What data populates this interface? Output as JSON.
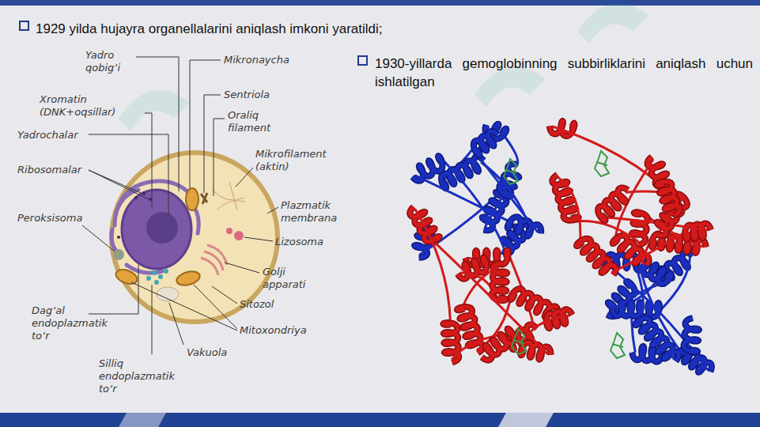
{
  "diagram": {
    "labels": [
      "1929 yilda hujayra organellalarini aniqlash imkoni yaratildi;",
      "1930-yillarda gemoglobinning subbirliklarini aniqlash uchun ishlatilgan",
      "Yadro qobig‘i",
      "Mikronaycha",
      "Xromatin (DNK+oqsillar)",
      "Sentriola",
      "Oraliq filament",
      "Yadrochalar",
      "Mikrofilament (aktin)",
      "Ribosomalar",
      "Plazmatik membrana",
      "Peroksisoma",
      "Lizosoma",
      "Golji apparati",
      "Sitozol",
      "Dag‘al endoplazmatik to‘r",
      "Mitoxondriya",
      "Vakuola",
      "Silliq endoplazmatik to‘r"
    ]
  }
}
